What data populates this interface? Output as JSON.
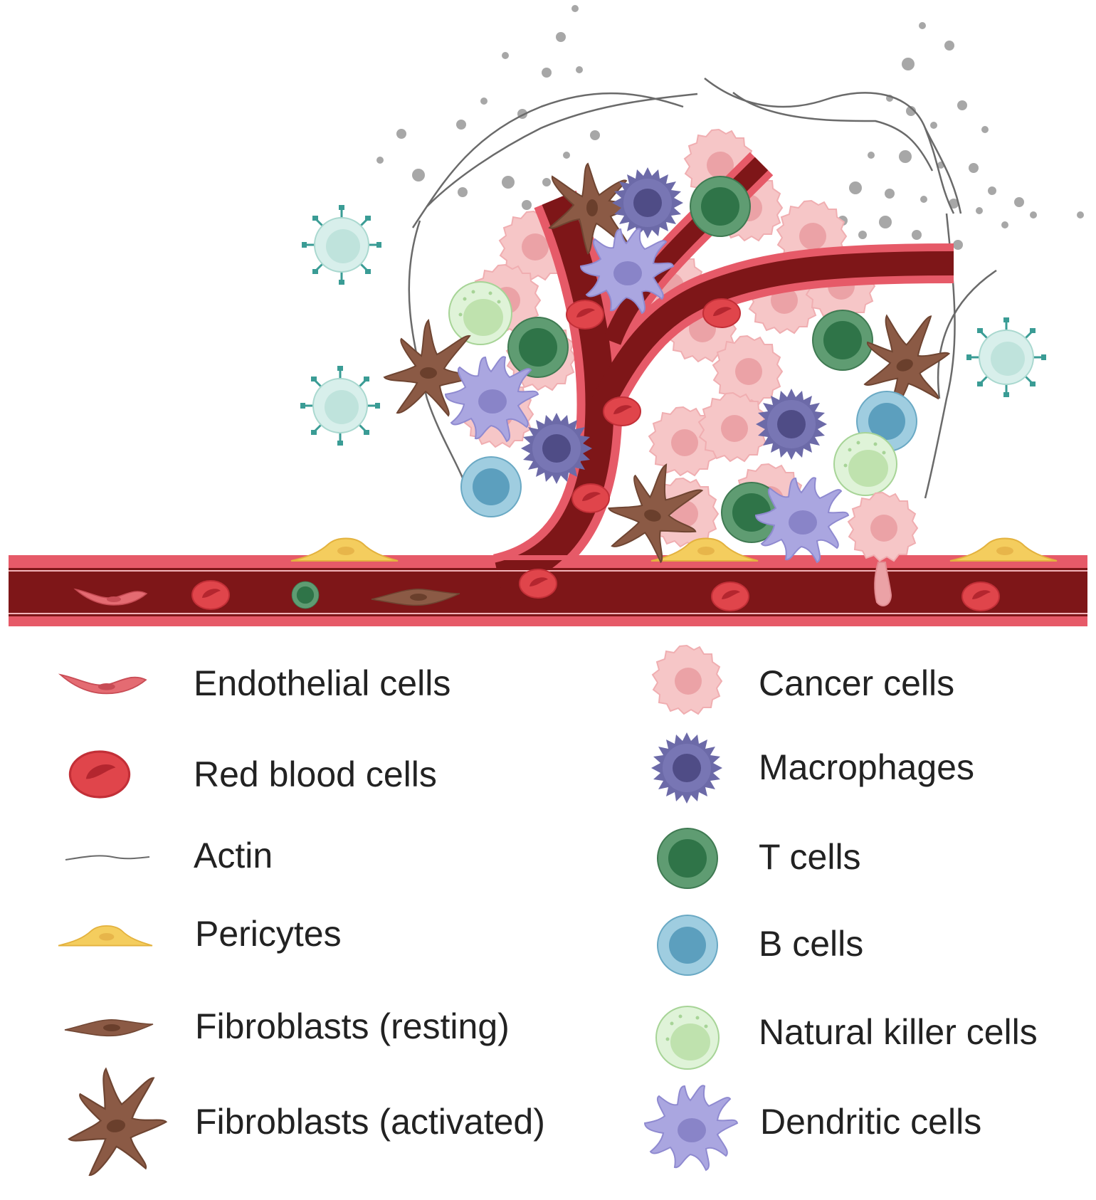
{
  "colors": {
    "vessel_lumen": "#7e1618",
    "vessel_wall": "#e65a68",
    "vessel_inner_line": "#f2b3b8",
    "endothelial": "#e46b72",
    "rbc": "#e34349",
    "rbc_inner": "#b52630",
    "pericyte": "#f4cd5e",
    "fibroblast": "#8b5a45",
    "cancer": "#f6c6c7",
    "cancer_nucleus": "#eba2a6",
    "macrophage": "#6c6aa8",
    "macrophage_nucleus": "#55528d",
    "t_cell": "#55956a",
    "t_cell_nucleus": "#2f7448",
    "b_cell": "#8fc4d9",
    "b_cell_nucleus": "#4f97b7",
    "nk_cell": "#d9f0d2",
    "nk_cell_nucleus": "#c2e4b3",
    "dendritic": "#a9a5dd",
    "dendritic_nucleus": "#8d88c9",
    "antibody_cell": "#d6eeea",
    "antibody_tip": "#3a9c95",
    "actin": "#6a6a6a",
    "dots": "#a7a7a7"
  },
  "legend": {
    "left": [
      {
        "id": "endothelial",
        "label": "Endothelial cells",
        "icon": "endothelial-cell-icon"
      },
      {
        "id": "rbc",
        "label": "Red blood cells",
        "icon": "red-blood-cell-icon"
      },
      {
        "id": "actin",
        "label": "Actin",
        "icon": "actin-fiber-icon"
      },
      {
        "id": "pericytes",
        "label": "Pericytes",
        "icon": "pericyte-icon"
      },
      {
        "id": "fib_rest",
        "label": "Fibroblasts (resting)",
        "icon": "resting-fibroblast-icon"
      },
      {
        "id": "fib_act",
        "label": "Fibroblasts (activated)",
        "icon": "activated-fibroblast-icon"
      }
    ],
    "right": [
      {
        "id": "cancer",
        "label": "Cancer cells",
        "icon": "cancer-cell-icon"
      },
      {
        "id": "macro",
        "label": "Macrophages",
        "icon": "macrophage-icon"
      },
      {
        "id": "tcell",
        "label": "T cells",
        "icon": "t-cell-icon"
      },
      {
        "id": "bcell",
        "label": "B cells",
        "icon": "b-cell-icon"
      },
      {
        "id": "nk",
        "label": "Natural killer cells",
        "icon": "nk-cell-icon"
      },
      {
        "id": "dc",
        "label": "Dendritic cells",
        "icon": "dendritic-cell-icon"
      }
    ]
  }
}
